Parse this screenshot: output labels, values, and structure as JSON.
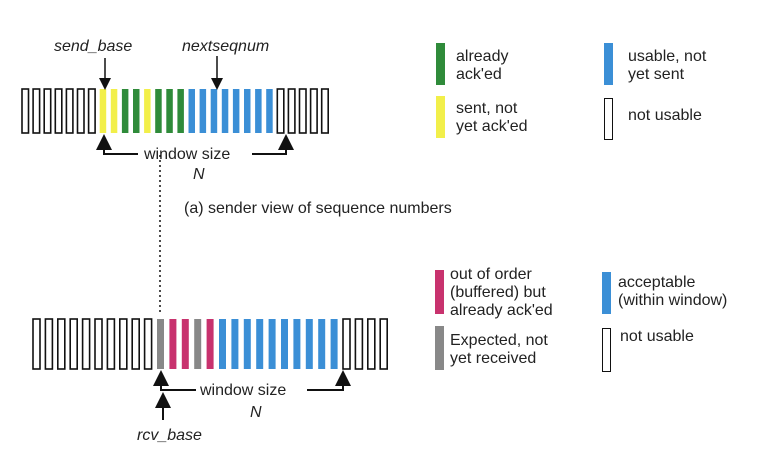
{
  "colors": {
    "acked": "#2f8b3a",
    "sent_not_acked": "#f2ef4a",
    "usable_not_sent": "#3b8fd6",
    "not_usable": "#ffffff",
    "buffered": "#c8326e",
    "expected": "#888888",
    "outline": "#111111"
  },
  "sender": {
    "send_base_label": "send_base",
    "nextseqnum_label": "nextseqnum",
    "window_label": "window size",
    "window_n": "N",
    "caption": "(a) sender view of sequence numbers",
    "slots": [
      "nu",
      "nu",
      "nu",
      "nu",
      "nu",
      "nu",
      "nu",
      "snack",
      "snack",
      "acked",
      "acked",
      "snack",
      "acked",
      "acked",
      "acked",
      "ok",
      "ok",
      "ok",
      "ok",
      "ok",
      "ok",
      "ok",
      "ok",
      "nu",
      "nu",
      "nu",
      "nu",
      "nu"
    ]
  },
  "receiver": {
    "rcv_base_label": "rcv_base",
    "window_label": "window size",
    "window_n": "N",
    "slots": [
      "nu",
      "nu",
      "nu",
      "nu",
      "nu",
      "nu",
      "nu",
      "nu",
      "nu",
      "nu",
      "exp",
      "buf",
      "buf",
      "exp",
      "buf",
      "acc",
      "acc",
      "acc",
      "acc",
      "acc",
      "acc",
      "acc",
      "acc",
      "acc",
      "acc",
      "nu",
      "nu",
      "nu",
      "nu"
    ]
  },
  "legend_sender": {
    "already_acked": "already\nack'ed",
    "sent_not_acked": "sent, not\nyet ack'ed",
    "usable_not_sent": "usable, not\nyet sent",
    "not_usable": "not usable"
  },
  "legend_receiver": {
    "buffered": "out of order\n(buffered) but\nalready ack'ed",
    "expected": "Expected, not\nyet received",
    "acceptable": "acceptable\n(within window)",
    "not_usable": "not usable"
  }
}
